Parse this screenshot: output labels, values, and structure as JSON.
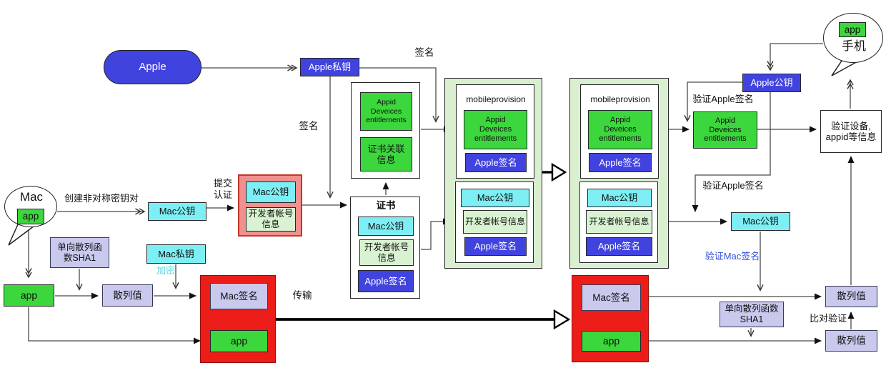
{
  "labels": {
    "apple": "Apple",
    "apple_private_key": "Apple私钥",
    "apple_public_key": "Apple公钥",
    "apple_signature": "Apple签名",
    "mac": "Mac",
    "phone": "手机",
    "app": "app",
    "mac_public_key": "Mac公钥",
    "mac_private_key": "Mac私钥",
    "mac_signature": "Mac签名",
    "certificate": "证书",
    "appid_entitlements": "Appid\nDeveices\nentitlements",
    "cert_related_info": "证书关联\n信息",
    "developer_account_info": "开发者帐号信息",
    "mobileprovision": "mobileprovision",
    "hash_value": "散列值",
    "hash_function_left": "单向散列函\n数SHA1",
    "hash_function_right": "单向散列函数\nSHA1",
    "sign": "签名",
    "create_keypair": "创建非对称密钥对",
    "submit_certification": "提交\n认证",
    "encrypt": "加密",
    "transmit": "传输",
    "verify_apple_signature": "验证Apple签名",
    "verify_mac_signature": "验证Mac签名",
    "verify_device_info": "验证设备,\nappid等信息",
    "compare_verify": "比对验证"
  },
  "colors": {
    "blue": "#4143df",
    "cyan": "#7deef4",
    "green": "#3cd73c",
    "light_green": "#d9f3d2",
    "mp_green": "#d9efd0",
    "lavender": "#c9c9ee",
    "red": "#ec1d19",
    "pink": "#f2908f",
    "link_blue": "#3450e0",
    "encrypt_cyan": "#5fd8e8"
  }
}
